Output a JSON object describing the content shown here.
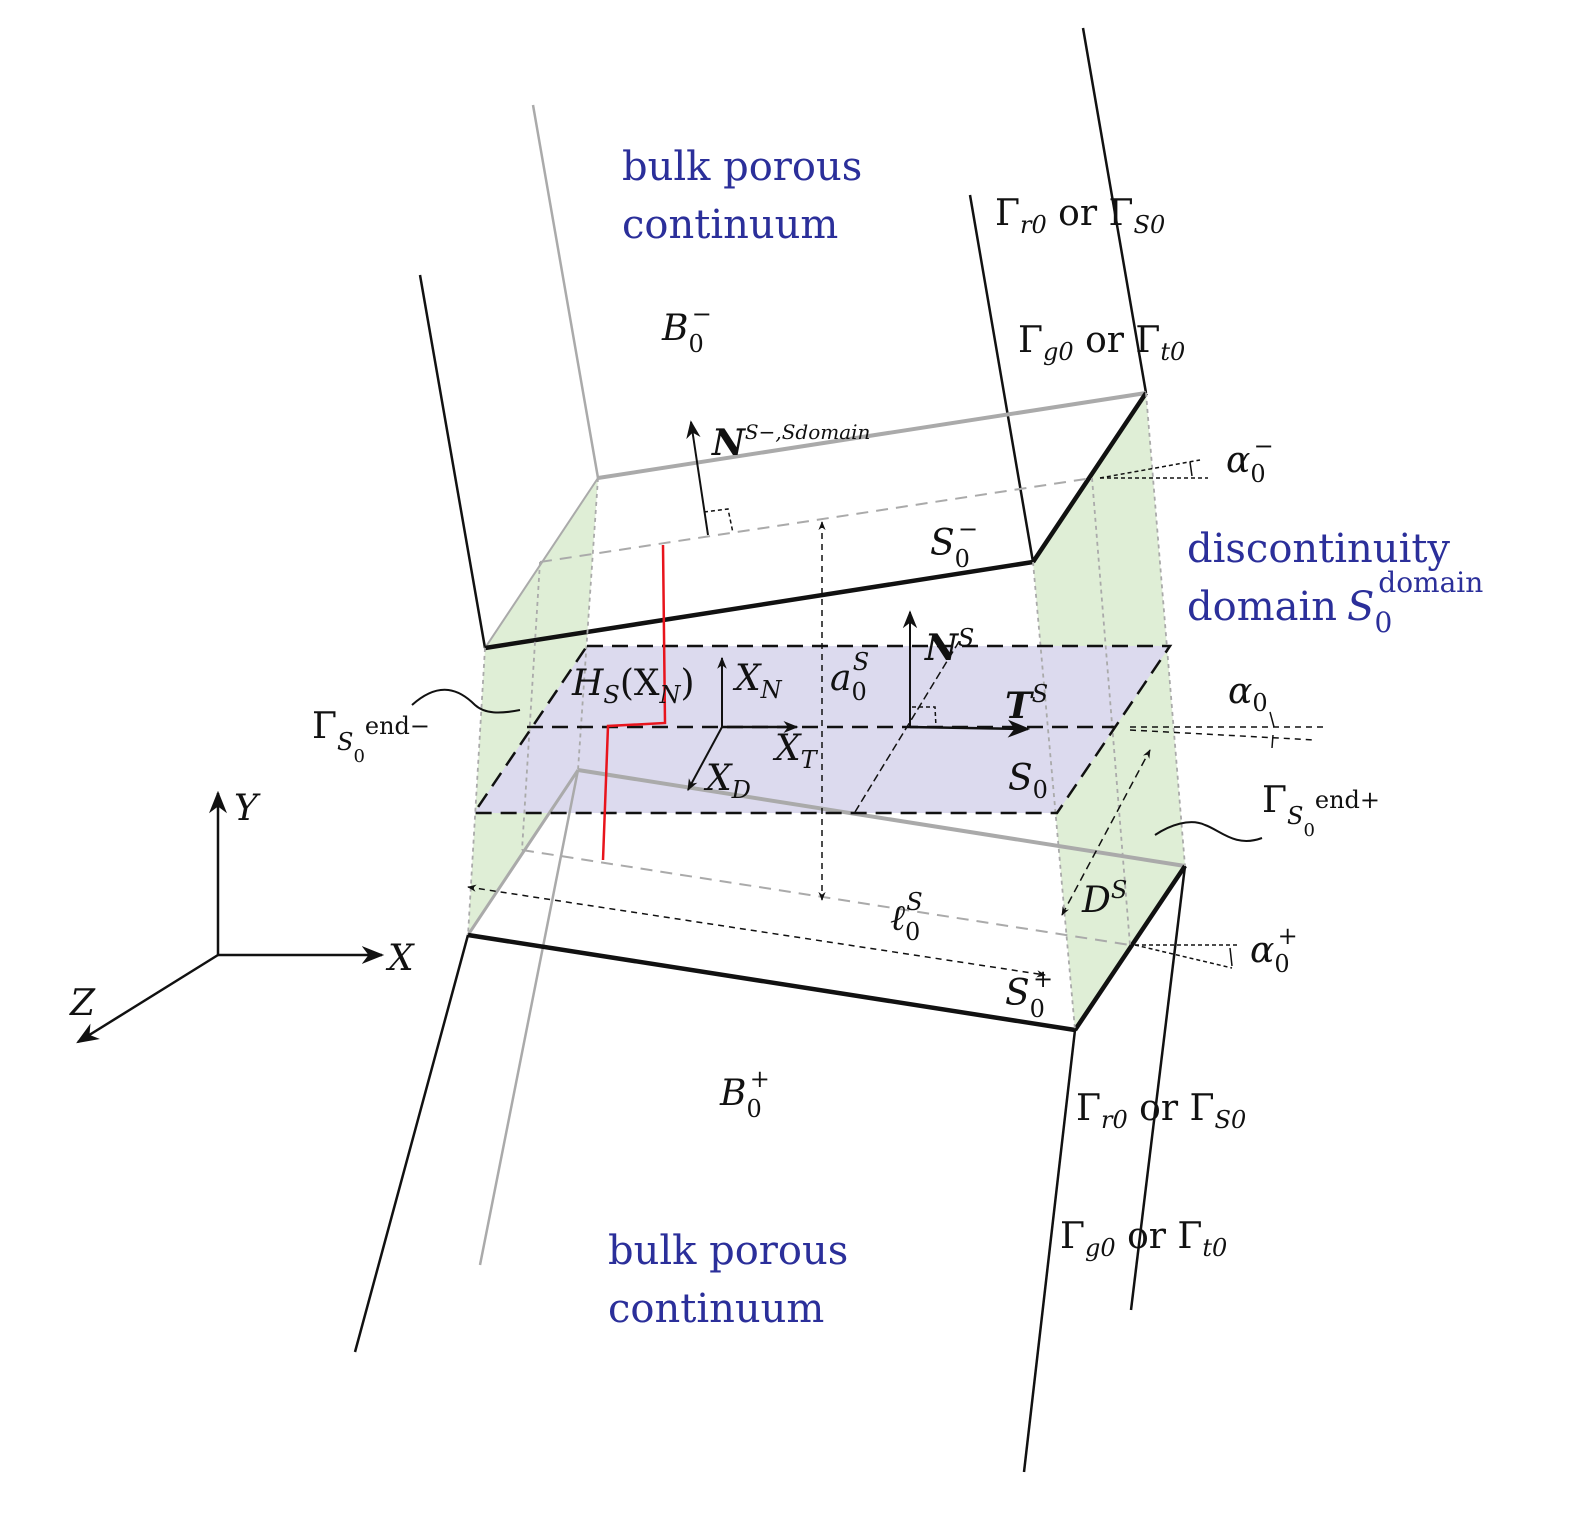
{
  "colors": {
    "blue_text": "#2b2f9a",
    "plane": "#dcdaee",
    "end_faces": "#dfeed6",
    "heaviside": "#e8141c"
  },
  "bulk_top": {
    "line1": "bulk porous",
    "line2": "continuum"
  },
  "bulk_bottom": {
    "line1": "bulk porous",
    "line2": "continuum"
  },
  "domain_label": {
    "line1": "discontinuity",
    "line2": "domain",
    "sym": "S",
    "sub": "0",
    "sup": "domain"
  },
  "B_minus": {
    "sym": "B",
    "sub": "0",
    "sup": "−"
  },
  "B_plus": {
    "sym": "B",
    "sub": "0",
    "sup": "+"
  },
  "gamma_top1": {
    "a": "Γ",
    "asub": "r0",
    "or": " or ",
    "b": "Γ",
    "bsub": "S0"
  },
  "gamma_top2": {
    "a": "Γ",
    "asub": "g0",
    "or": " or ",
    "b": "Γ",
    "bsub": "t0"
  },
  "gamma_bot1": {
    "a": "Γ",
    "asub": "r0",
    "or": " or ",
    "b": "Γ",
    "bsub": "S0"
  },
  "gamma_bot2": {
    "a": "Γ",
    "asub": "g0",
    "or": " or ",
    "b": "Γ",
    "bsub": "t0"
  },
  "N_minus": {
    "sym": "N",
    "sup": "S−,Sdomain"
  },
  "S_minus": {
    "sym": "S",
    "sub": "0",
    "sup": "−"
  },
  "S_plus": {
    "sym": "S",
    "sub": "0",
    "sup": "+"
  },
  "S0": {
    "sym": "S",
    "sub": "0"
  },
  "NS": {
    "sym": "N",
    "sup": "S"
  },
  "TS": {
    "sym": "T",
    "sup": "S"
  },
  "a0": {
    "sym": "a",
    "sub": "0",
    "sup": "S"
  },
  "l0": {
    "sym": "ℓ",
    "sub": "0",
    "sup": "S"
  },
  "DS": {
    "sym": "D",
    "sup": "S"
  },
  "H": {
    "sym": "H",
    "sub": "S",
    "arg": "(X",
    "argsub": "N",
    "close": ")"
  },
  "XN": {
    "sym": "X",
    "sub": "N"
  },
  "XT": {
    "sym": "X",
    "sub": "T"
  },
  "XD": {
    "sym": "X",
    "sub": "D"
  },
  "alpha_minus": {
    "sym": "α",
    "sub": "0",
    "sup": "−"
  },
  "alpha0": {
    "sym": "α",
    "sub": "0"
  },
  "alpha_plus": {
    "sym": "α",
    "sub": "0",
    "sup": "+"
  },
  "gamma_end_minus": {
    "sym": "Γ",
    "sub": "S",
    "subsub": "0",
    "sup": "end−"
  },
  "gamma_end_plus": {
    "sym": "Γ",
    "sub": "S",
    "subsub": "0",
    "sup": "end+"
  },
  "axes": {
    "x": "X",
    "y": "Y",
    "z": "Z"
  }
}
